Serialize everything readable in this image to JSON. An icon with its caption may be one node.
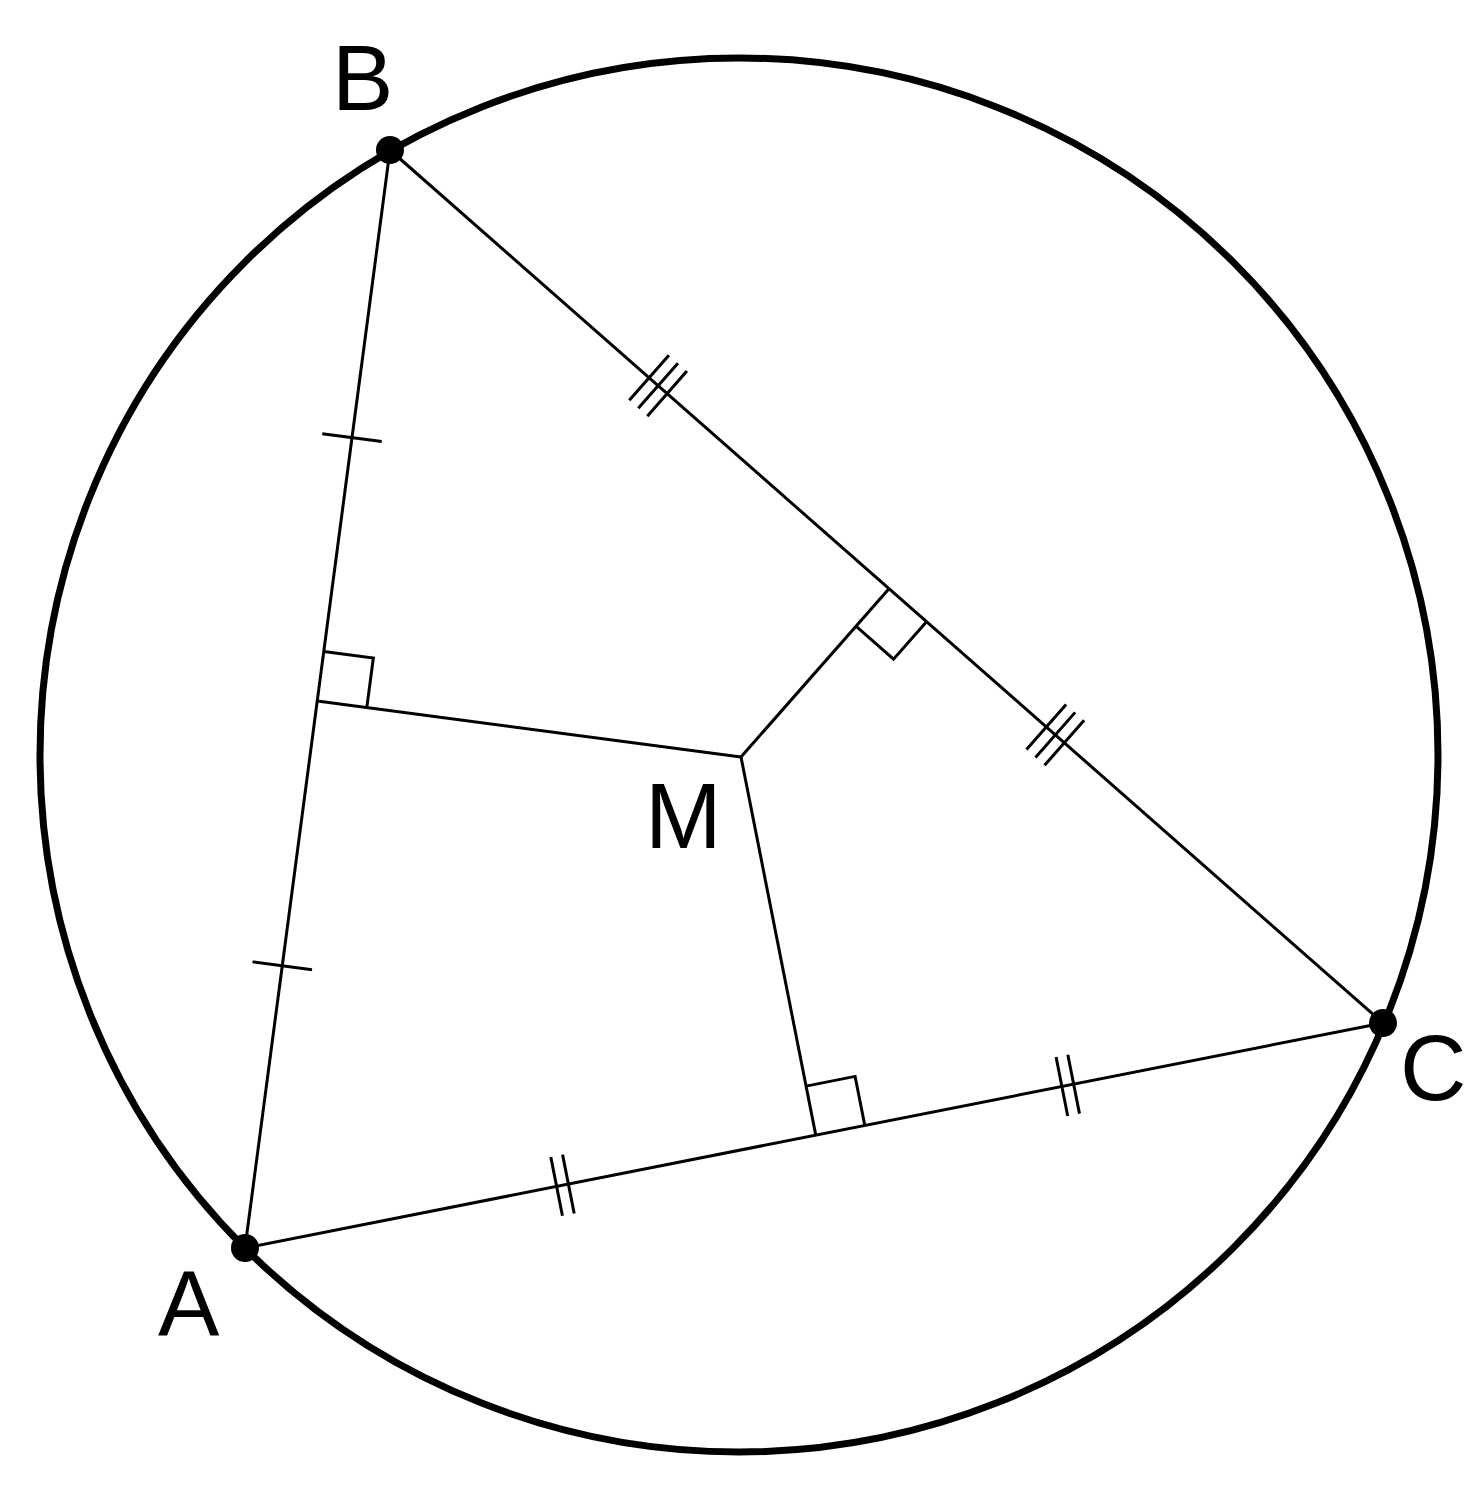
{
  "diagram": {
    "nodes": [
      {
        "text": [
          "B"
        ]
      },
      {
        "text": [
          "M"
        ]
      },
      {
        "text": [
          "C"
        ]
      },
      {
        "text": [
          "A"
        ]
      },
      {
        "text": [],
        "shape": "square"
      },
      {
        "text": [],
        "shape": "square"
      },
      {
        "text": [],
        "shape": "square"
      }
    ],
    "edges": [
      {
        "from": 3,
        "to": 0,
        "arrow": "none"
      },
      {
        "from": 0,
        "to": 2,
        "arrow": "none"
      },
      {
        "from": 2,
        "to": 3,
        "arrow": "none"
      },
      {
        "from": 1,
        "to": 4,
        "arrow": "none"
      },
      {
        "from": 1,
        "to": 5,
        "arrow": "none"
      },
      {
        "from": 1,
        "to": 6,
        "arrow": "none"
      }
    ]
  }
}
